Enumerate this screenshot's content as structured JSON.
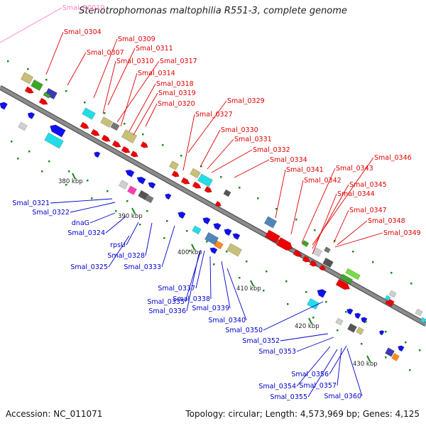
{
  "map": {
    "title": "Stenotrophomonas maltophilia R551-3, complete genome",
    "accession": "Accession: NC_011071",
    "topology": "Topology: circular; Length: 4,573,969 bp; Genes: 4,125"
  },
  "colors": {
    "forward_label": "#e00000",
    "reverse_label": "#0000cc",
    "rna_label": "#ff7fbf",
    "backbone": "#8c8c8c"
  },
  "scale_labels": [
    "380 kbp",
    "390 kbp",
    "400 kbp",
    "410 kbp",
    "420 kbp",
    "430 kbp"
  ],
  "upper_labels": [
    "Smal_R0010",
    "Smal_0304",
    "Smal_0309",
    "Smal_0307",
    "Smal_0311",
    "Smal_0310",
    "Smal_0317",
    "Smal_0314",
    "Smal_0318",
    "Smal_0319",
    "Smal_0320",
    "Smal_0329",
    "Smal_0327",
    "Smal_0330",
    "Smal_0331",
    "Smal_0332",
    "Smal_0334",
    "Smal_0346",
    "Smal_0341",
    "Smal_0343",
    "Smal_0342",
    "Smal_0345",
    "Smal_0344",
    "Smal_0347",
    "Smal_0348",
    "Smal_0349"
  ],
  "lower_labels": [
    "Smal_0321",
    "Smal_0322",
    "dnaG",
    "Smal_0324",
    "rpsU",
    "Smal_0328",
    "Smal_0325",
    "Smal_0333",
    "Smal_0337",
    "Smal_0335",
    "Smal_0338",
    "Smal_0336",
    "Smal_0339",
    "Smal_0340",
    "Smal_0350",
    "Smal_0352",
    "Smal_0353",
    "Smal_0356",
    "Smal_0354",
    "Smal_0357",
    "Smal_0355",
    "Smal_0360"
  ]
}
